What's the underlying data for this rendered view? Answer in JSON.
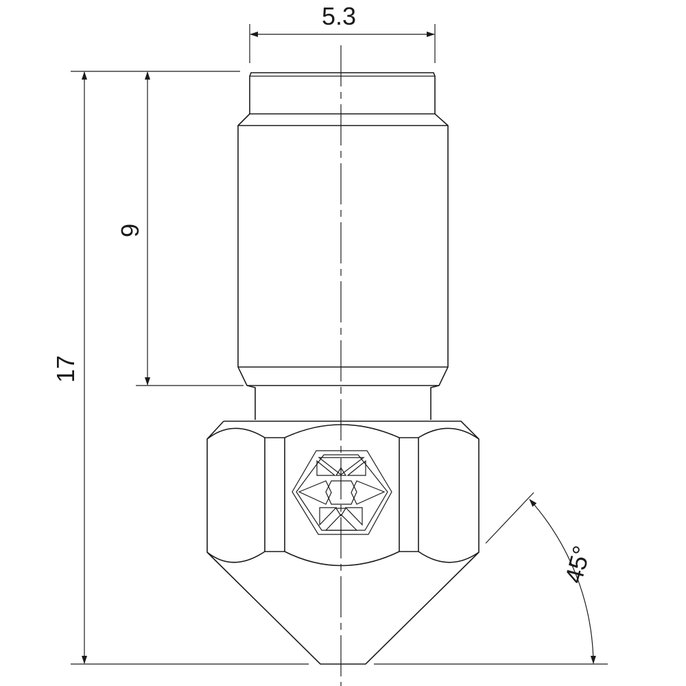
{
  "drawing": {
    "subject": "nozzle",
    "dimensions": {
      "width_top": "5.3",
      "thread_length": "9",
      "total_length": "17",
      "tip_angle": "45°"
    },
    "line_color": "#1a1a1a"
  }
}
